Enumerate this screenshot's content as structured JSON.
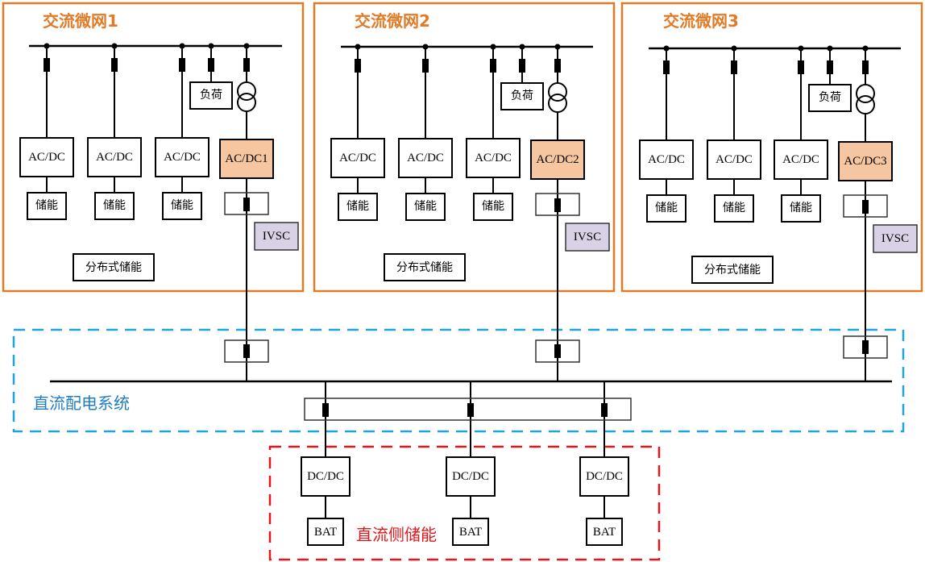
{
  "colors": {
    "ac_frame": "#e07b27",
    "dc_system_frame": "#1da6d9",
    "dc_storage_frame": "#e8161b",
    "ivsc_fill": "#d9d2e6",
    "acdc_main_fill": "#f6c6a0",
    "line": "#000000"
  },
  "microgrids": [
    {
      "title": "交流微网1",
      "converters": [
        "AC/DC",
        "AC/DC",
        "AC/DC"
      ],
      "storage": [
        "储能",
        "储能",
        "储能"
      ],
      "load": "负荷",
      "main_converter": "AC/DC1",
      "ivsc": "IVSC",
      "distributed_label": "分布式储能"
    },
    {
      "title": "交流微网2",
      "converters": [
        "AC/DC",
        "AC/DC",
        "AC/DC"
      ],
      "storage": [
        "储能",
        "储能",
        "储能"
      ],
      "load": "负荷",
      "main_converter": "AC/DC2",
      "ivsc": "IVSC",
      "distributed_label": "分布式储能"
    },
    {
      "title": "交流微网3",
      "converters": [
        "AC/DC",
        "AC/DC",
        "AC/DC"
      ],
      "storage": [
        "储能",
        "储能",
        "储能"
      ],
      "load": "负荷",
      "main_converter": "AC/DC3",
      "ivsc": "IVSC",
      "distributed_label": "分布式储能"
    }
  ],
  "dc_system": {
    "label": "直流配电系统"
  },
  "dc_storage": {
    "label": "直流侧储能",
    "units": [
      {
        "converter": "DC/DC",
        "battery": "BAT"
      },
      {
        "converter": "DC/DC",
        "battery": "BAT"
      },
      {
        "converter": "DC/DC",
        "battery": "BAT"
      }
    ]
  }
}
